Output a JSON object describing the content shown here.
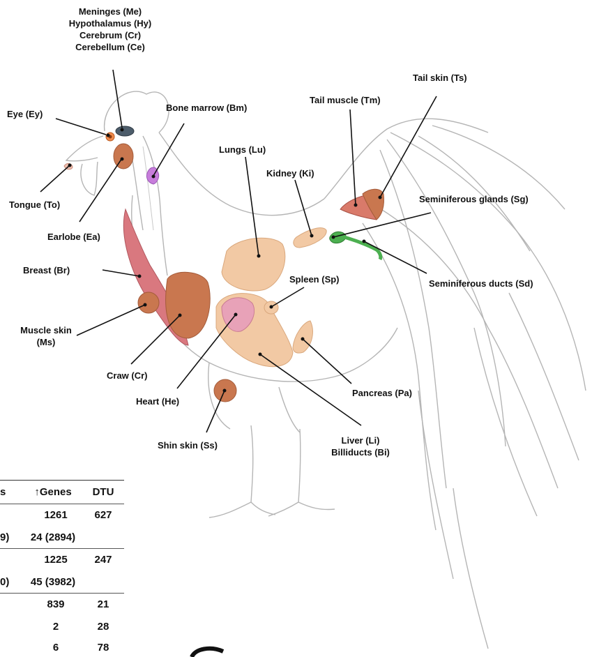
{
  "labels": {
    "brain_group": [
      "Meninges (Me)",
      "Hypothalamus (Hy)",
      "Cerebrum (Cr)",
      "Cerebellum (Ce)"
    ],
    "eye": "Eye (Ey)",
    "bone_marrow": "Bone marrow (Bm)",
    "tongue": "Tongue (To)",
    "earlobe": "Earlobe (Ea)",
    "lungs": "Lungs (Lu)",
    "kidney": "Kidney (Ki)",
    "tail_muscle": "Tail muscle (Tm)",
    "tail_skin": "Tail skin (Ts)",
    "seminiferous_glands": "Seminiferous glands (Sg)",
    "seminiferous_ducts": "Seminiferous ducts (Sd)",
    "breast": "Breast (Br)",
    "spleen": "Spleen (Sp)",
    "muscle_skin": [
      "Muscle skin",
      "(Ms)"
    ],
    "craw": "Craw (Cr)",
    "heart": "Heart (He)",
    "pancreas": "Pancreas (Pa)",
    "shin_skin": "Shin skin (Ss)",
    "liver": [
      "Liver (Li)",
      "Billiducts (Bi)"
    ]
  },
  "table": {
    "headers": [
      "s",
      "↑Genes",
      "DTU"
    ],
    "rows": [
      [
        "",
        "1261",
        "627"
      ],
      [
        "9)",
        "24 (2894)",
        ""
      ],
      [
        "",
        "1225",
        "247"
      ],
      [
        "0)",
        "45 (3982)",
        ""
      ],
      [
        "",
        "839",
        "21"
      ],
      [
        "",
        "2",
        "28"
      ],
      [
        "",
        "6",
        "78"
      ]
    ]
  },
  "colors": {
    "organ_peach": "#f2c9a4",
    "organ_brown": "#c9774f",
    "breast_pink": "#d9787f",
    "gland_green": "#4caf50",
    "bone_marrow_purple": "#c77ddb",
    "brain_slate": "#4d5d6b"
  }
}
